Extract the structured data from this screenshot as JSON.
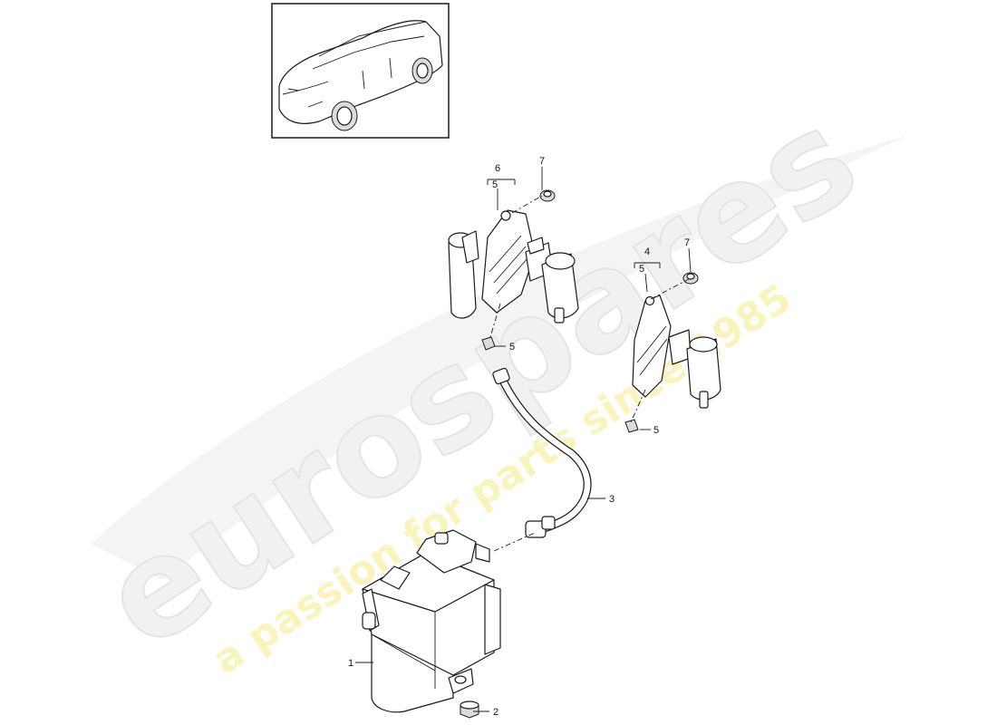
{
  "watermark": {
    "brand": "eurospares",
    "tagline": "a passion for parts since 1985"
  },
  "callouts": {
    "c1": "1",
    "c2": "2",
    "c3": "3",
    "c4": "4",
    "c5_top": "5",
    "c5_top_nut": "5",
    "c5_right": "5",
    "c5_right_nut": "5",
    "c6": "6",
    "c7_top": "7",
    "c7_right": "7"
  }
}
